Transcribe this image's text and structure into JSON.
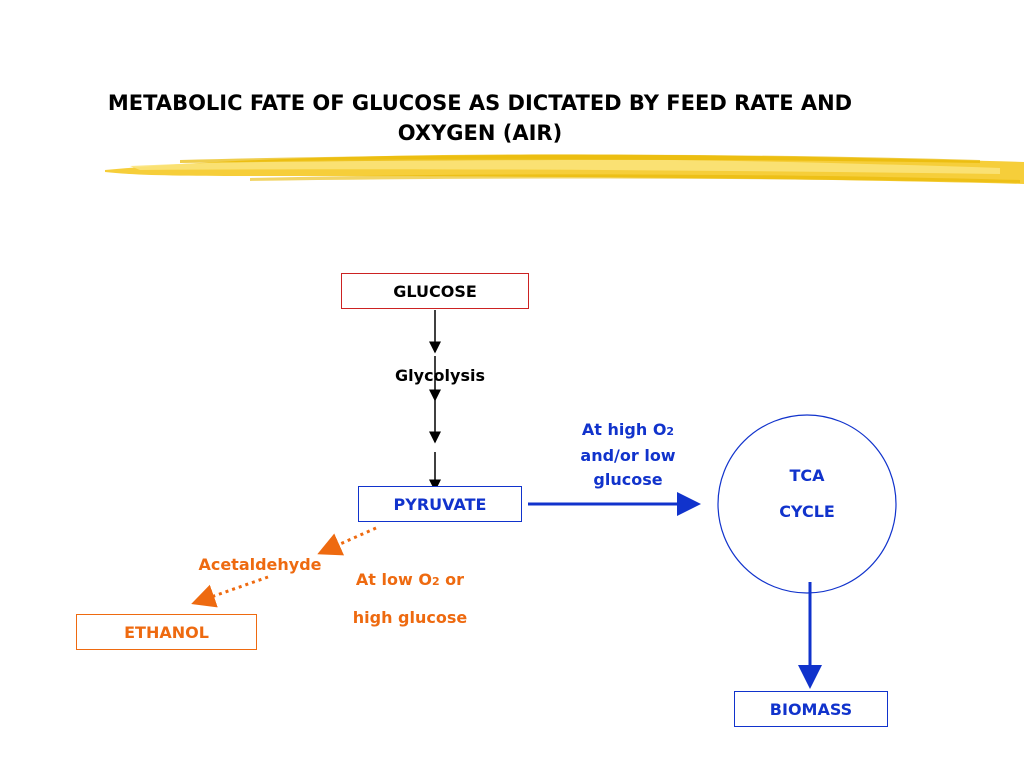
{
  "slide": {
    "title_line1": "METABOLIC FATE OF GLUCOSE AS DICTATED BY FEED RATE AND",
    "title_line2": "OXYGEN (AIR)"
  },
  "colors": {
    "black": "#000000",
    "red_border": "#cc2222",
    "orange": "#ee6a10",
    "blue": "#1133cc",
    "brush_yellow": "#f5c518"
  },
  "nodes": {
    "glucose": "GLUCOSE",
    "pyruvate": "PYRUVATE",
    "tca_line1": "TCA",
    "tca_line2": "CYCLE",
    "ethanol": "ETHANOL",
    "biomass": "BIOMASS"
  },
  "labels": {
    "glycolysis": "Glycolysis",
    "acetaldehyde": "Acetaldehyde",
    "high_o2_line1_prefix": "At high O",
    "high_o2_subscript": "2",
    "high_o2_line2": "and/or low",
    "high_o2_line3": "glucose",
    "low_o2_line1_prefix": "At low O",
    "low_o2_subscript": "2",
    "low_o2_line1_suffix": " or",
    "low_o2_line2": "high glucose"
  }
}
